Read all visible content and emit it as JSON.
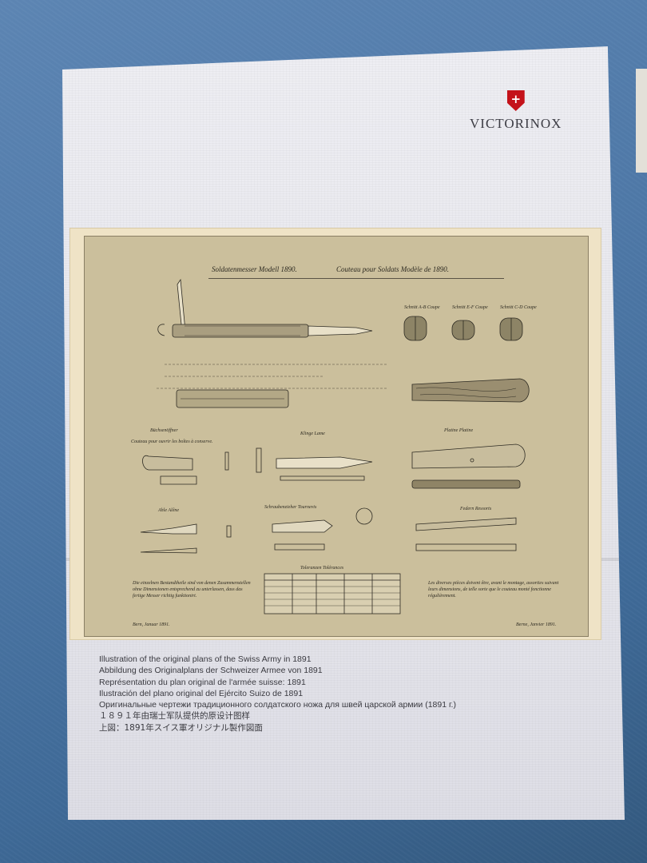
{
  "scene": {
    "background": "blue fabric",
    "colors": {
      "cloth": "#4f79a8",
      "paper": "#e9e9ee",
      "plate": "#cbbf9c",
      "logo_red": "#c4121a"
    }
  },
  "logo": {
    "brand": "VICTORINOX",
    "icon": "swiss-cross-shield-icon"
  },
  "plate": {
    "title_de": "Soldatenmesser Modell 1890.",
    "title_fr": "Couteau pour Soldats Modèle de 1890.",
    "section_labels": [
      "Schnitt A-B  Coupe",
      "Schnitt E-F  Coupe",
      "Schnitt C-D  Coupe",
      "Büchsenöffner",
      "Couteau pour ouvrir les boîtes à conserve.",
      "Klinge  Lame",
      "Platine  Platine",
      "Ahle  Alêne",
      "Schraubenzieher  Tournevis",
      "Federn  Ressorts",
      "Toleranzen  Tolérances"
    ],
    "note_de": "Die einzelnen Bestandtheile sind von denen Zusammenstellen ohne Dimensionen entsprechend zu unterlassen, dass das fertige Messer richtig funktionirt.",
    "note_fr": "Les diverses pièces doivent être, avant le montage, assorties suivant leurs dimensions, de telle sorte que le couteau monté fonctionne régulièrement.",
    "footer_left": "Bern, Januar 1891.",
    "footer_right": "Berne, Janvier 1891."
  },
  "captions": [
    "Illustration of the original plans of the Swiss Army in 1891",
    "Abbildung des Originalplans der Schweizer Armee von 1891",
    "Représentation du plan original de l'armée suisse: 1891",
    "Ilustración del plano original del Ejército Suizo de 1891",
    "Оригинальные чертежи традиционного солдатского ножа для швей царской  армии (1891 г.)",
    "１８９１年由瑞士军队提供的原设计图样",
    "上図：1891年スイス軍オリジナル製作図面"
  ]
}
